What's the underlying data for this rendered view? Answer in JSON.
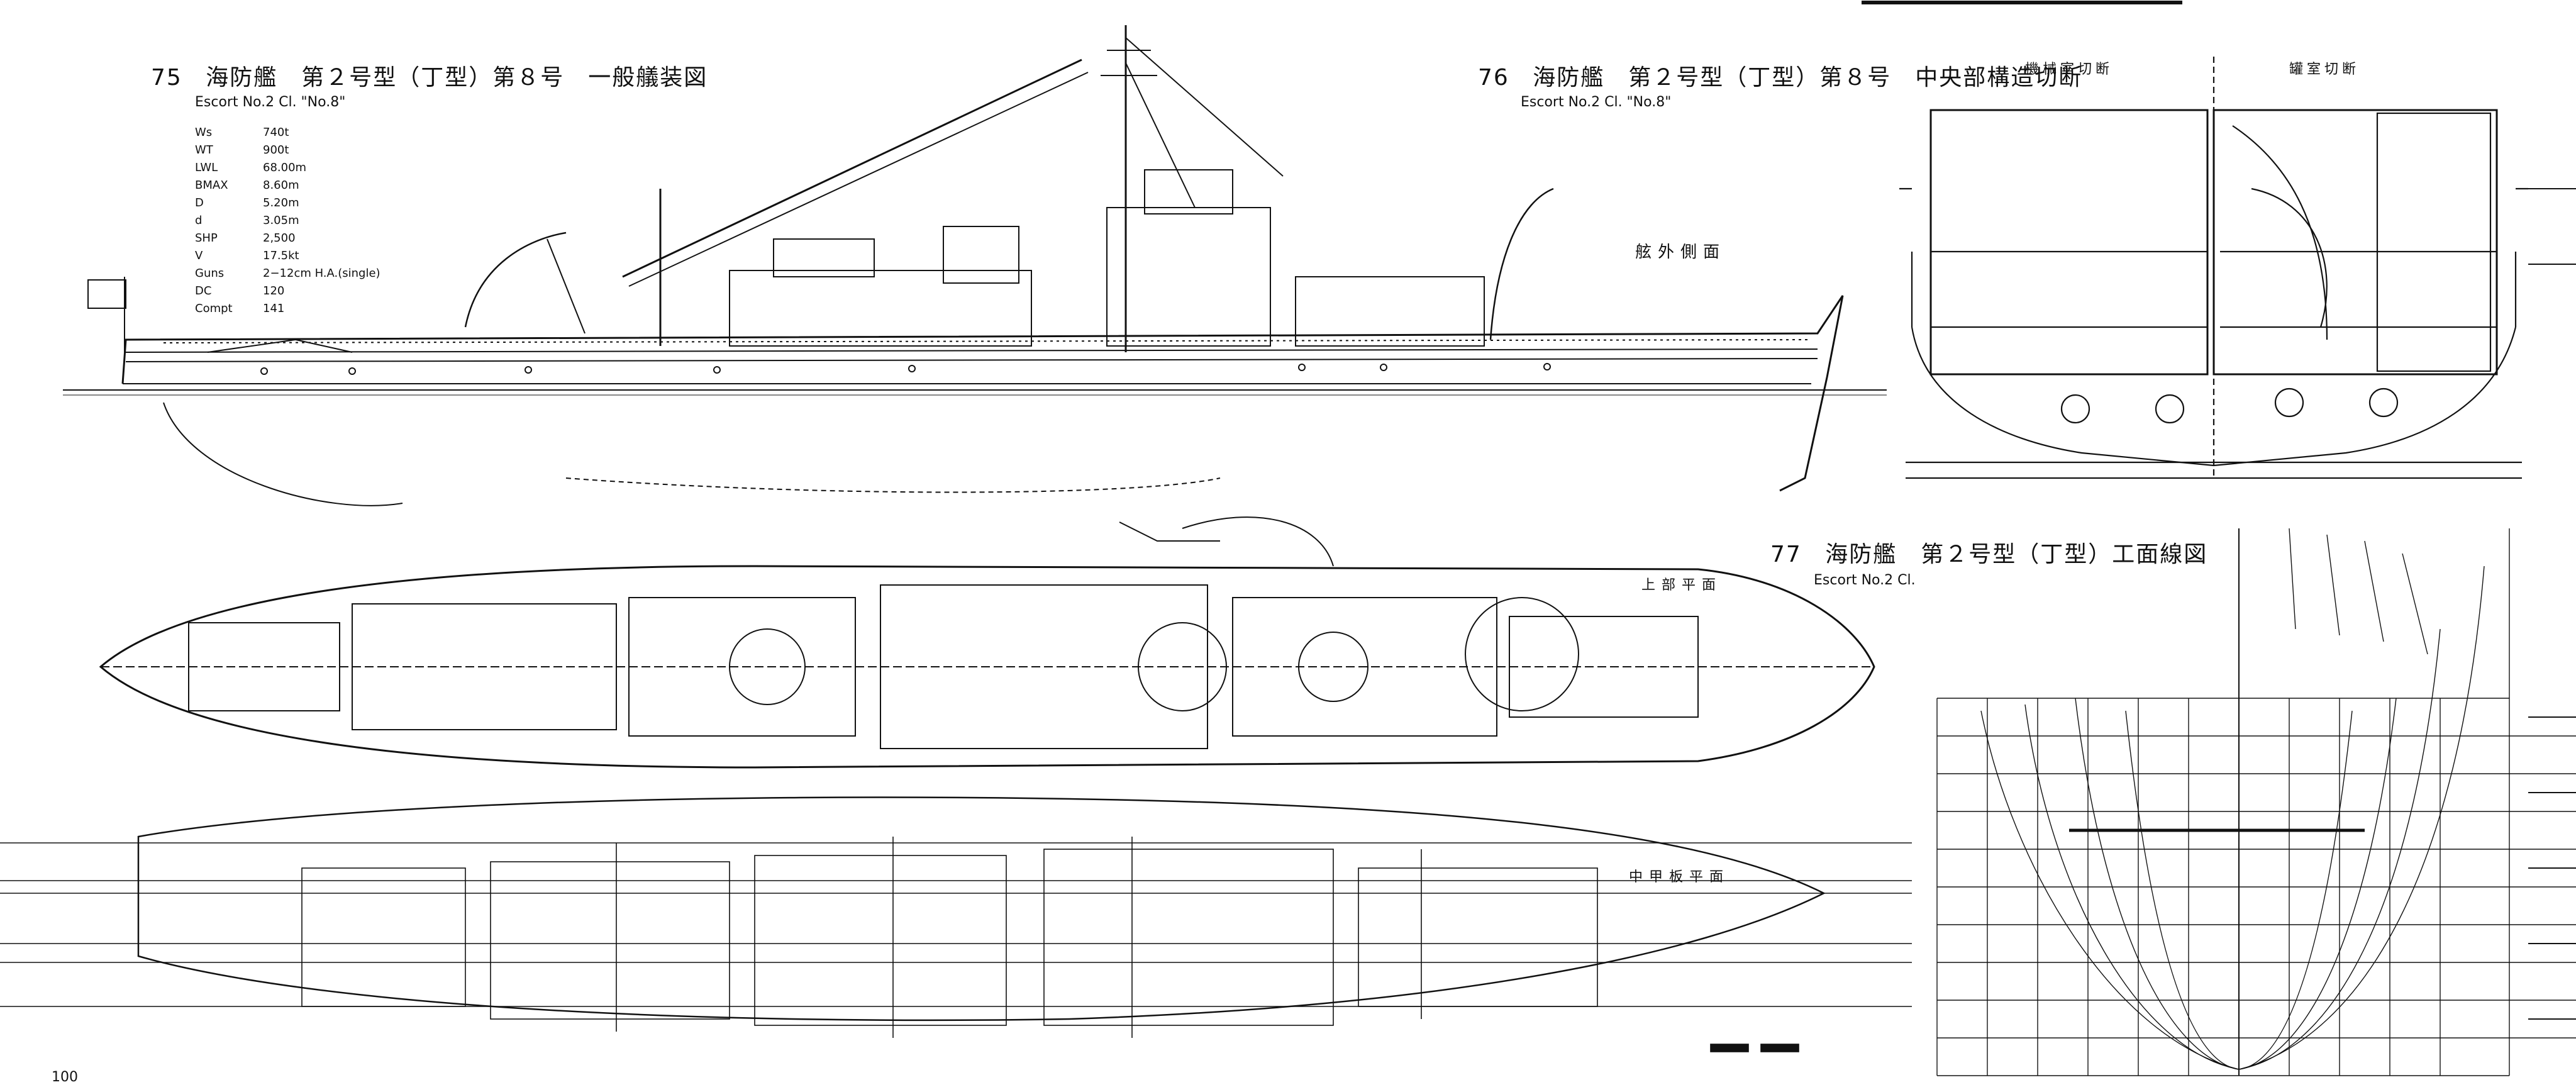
{
  "plate75": {
    "number": "75",
    "title": "海防艦　第２号型（丁型）第８号　一般艤装図",
    "subtitle": "Escort No.2  Cl. \"No.8\""
  },
  "plate76": {
    "number": "76",
    "title": "海防艦　第２号型（丁型）第８号　中央部構造切断",
    "subtitle": "Escort No.2  Cl. \"No.8\"",
    "section_left": "機械室切断",
    "section_right": "罐室切断"
  },
  "plate77": {
    "number": "77",
    "title": "海防艦　第２号型（丁型）工面線図",
    "subtitle": "Escort No.2  Cl."
  },
  "specs": [
    {
      "key": "Ws",
      "value": "740t"
    },
    {
      "key": "WT",
      "value": "900t"
    },
    {
      "key": "LWL",
      "value": "68.00m"
    },
    {
      "key": "BMAX",
      "value": "8.60m"
    },
    {
      "key": "D",
      "value": "5.20m"
    },
    {
      "key": "d",
      "value": "3.05m"
    },
    {
      "key": "SHP",
      "value": "2,500"
    },
    {
      "key": "V",
      "value": "17.5kt"
    },
    {
      "key": "Guns",
      "value": "2−12cm  H.A.(single)"
    },
    {
      "key": "DC",
      "value": "120"
    },
    {
      "key": "Compt",
      "value": "141"
    }
  ],
  "view_labels": {
    "side_view": "舷外側面",
    "lower_deck": "上部平面",
    "middle_deck": "中甲板平面"
  },
  "page_number": "100",
  "colors": {
    "ink": "#111111",
    "paper": "#ffffff"
  }
}
